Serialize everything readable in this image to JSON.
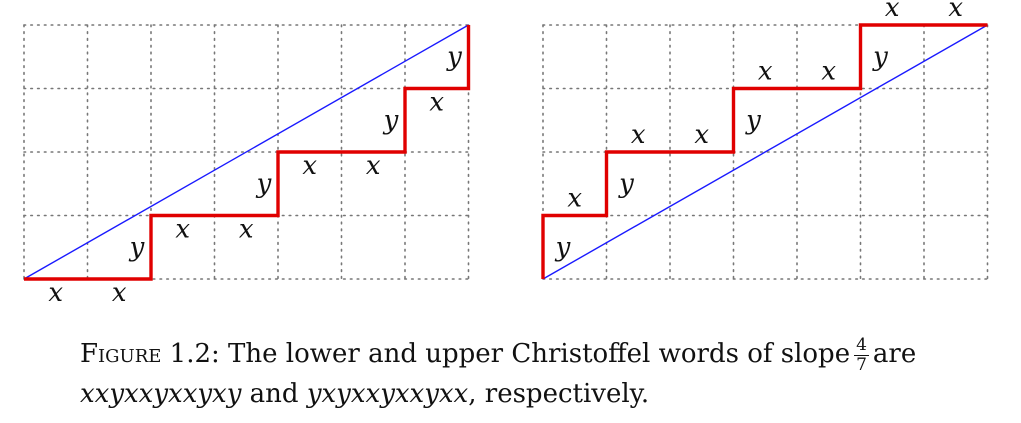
{
  "diagrams": [
    {
      "name": "lower",
      "word": "xxyxxyxxyxy",
      "path_color": "#e00000",
      "line_color": "#1a1aff"
    },
    {
      "name": "upper",
      "word": "yxyxxyxxyxx",
      "path_color": "#e00000",
      "line_color": "#1a1aff"
    }
  ],
  "caption": {
    "prefix": "Figure",
    "number": "1.2:",
    "text_before": "The lower and upper Christoffel words of slope",
    "slope_num": "4",
    "slope_den": "7",
    "text_after": "are",
    "word_lower": "xxyxxyxxyxy",
    "and": "and",
    "word_upper": "yxyxxyxxyxx",
    "suffix": ", respectively."
  }
}
